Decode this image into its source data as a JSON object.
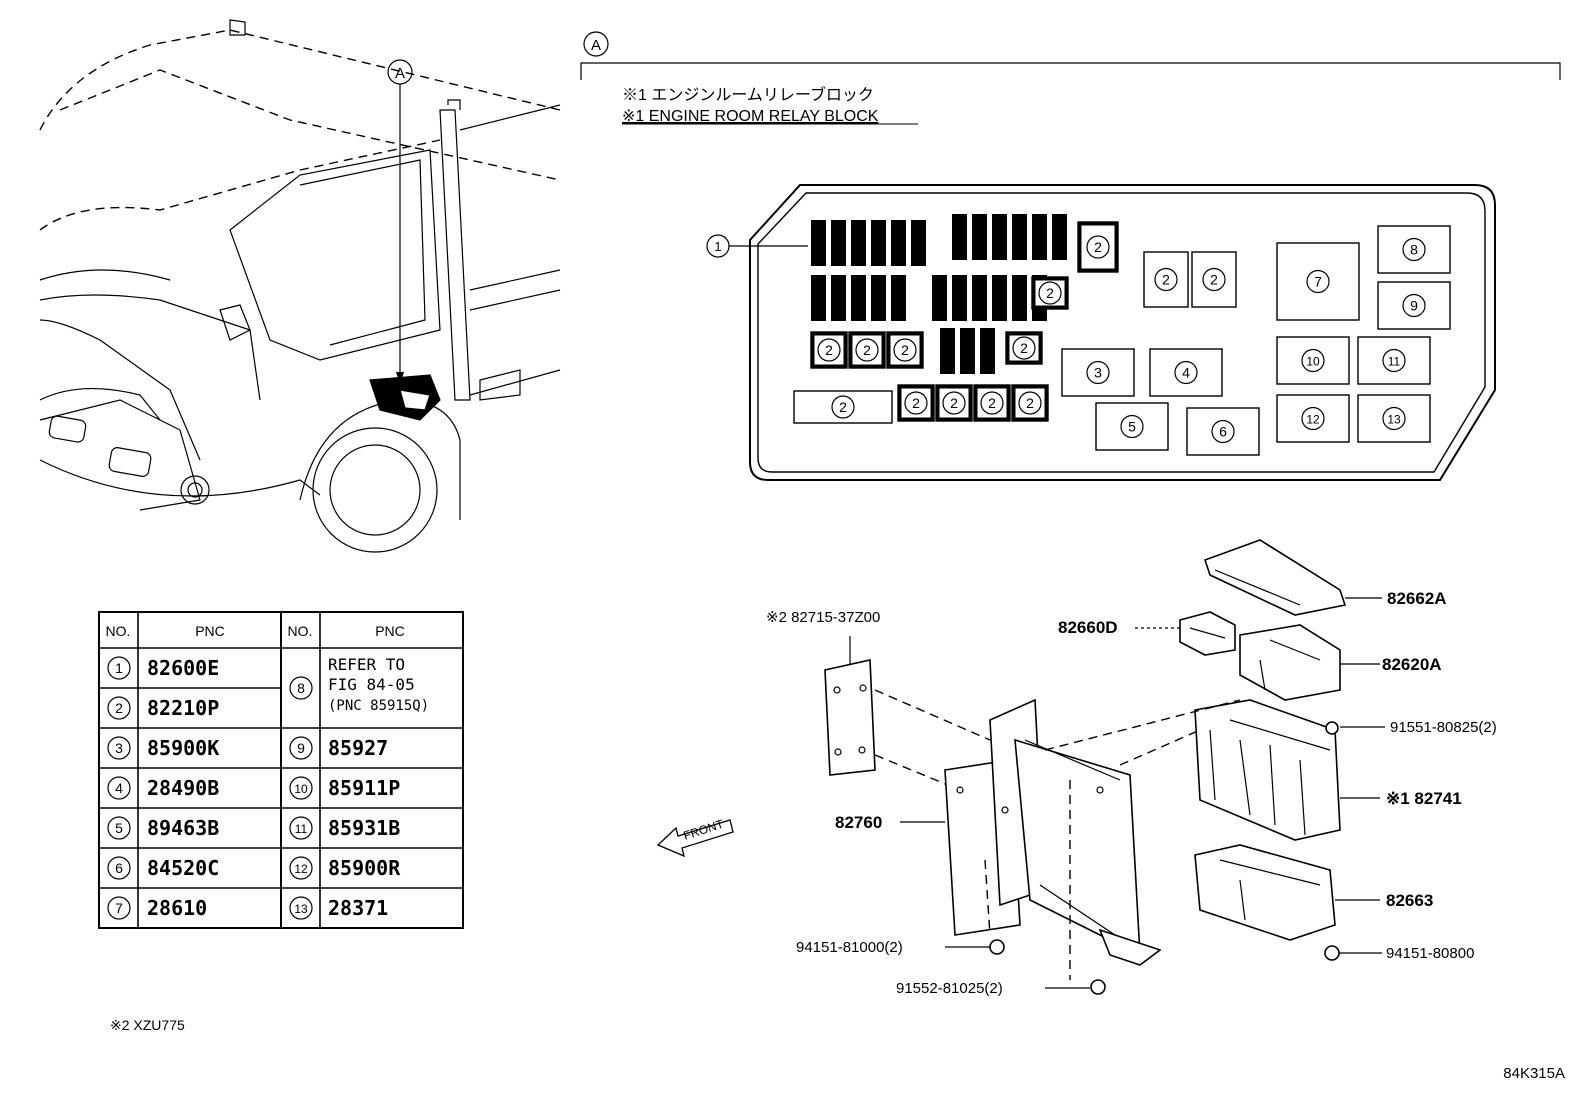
{
  "views": {
    "callout_letter": "A",
    "detail_letter": "A"
  },
  "relay_block": {
    "label_jp": "※1 エンジンルームリレーブロック",
    "label_en": "※1 ENGINE ROOM RELAY BLOCK",
    "slot_numbers": [
      "1",
      "2",
      "3",
      "4",
      "5",
      "6",
      "7",
      "8",
      "9",
      "10",
      "11",
      "12",
      "13"
    ]
  },
  "parts_table": {
    "headers": {
      "no": "NO.",
      "pnc": "PNC"
    },
    "rows_left": [
      {
        "no": "1",
        "pnc": "82600E"
      },
      {
        "no": "2",
        "pnc": "82210P"
      },
      {
        "no": "3",
        "pnc": "85900K"
      },
      {
        "no": "4",
        "pnc": "28490B"
      },
      {
        "no": "5",
        "pnc": "89463B"
      },
      {
        "no": "6",
        "pnc": "84520C"
      },
      {
        "no": "7",
        "pnc": "28610"
      }
    ],
    "rows_right": [
      {
        "no": "8",
        "pnc": "REFER TO|FIG 84-05|(PNC 85915Q)"
      },
      {
        "no": "9",
        "pnc": "85927"
      },
      {
        "no": "10",
        "pnc": "85911P"
      },
      {
        "no": "11",
        "pnc": "85931B"
      },
      {
        "no": "12",
        "pnc": "85900R"
      },
      {
        "no": "13",
        "pnc": "28371"
      }
    ]
  },
  "part_labels": {
    "p82715": "※2 82715-37Z00",
    "p82660D": "82660D",
    "p82662A": "82662A",
    "p82620A": "82620A",
    "p91551": "91551-80825(2)",
    "p82741": "※1 82741",
    "p82760": "82760",
    "p82663": "82663",
    "p94151a": "94151-81000(2)",
    "p91552": "91552-81025(2)",
    "p94151b": "94151-80800",
    "front": "FRONT"
  },
  "footnote": "※2 XZU775",
  "figure_code": "84K315A"
}
